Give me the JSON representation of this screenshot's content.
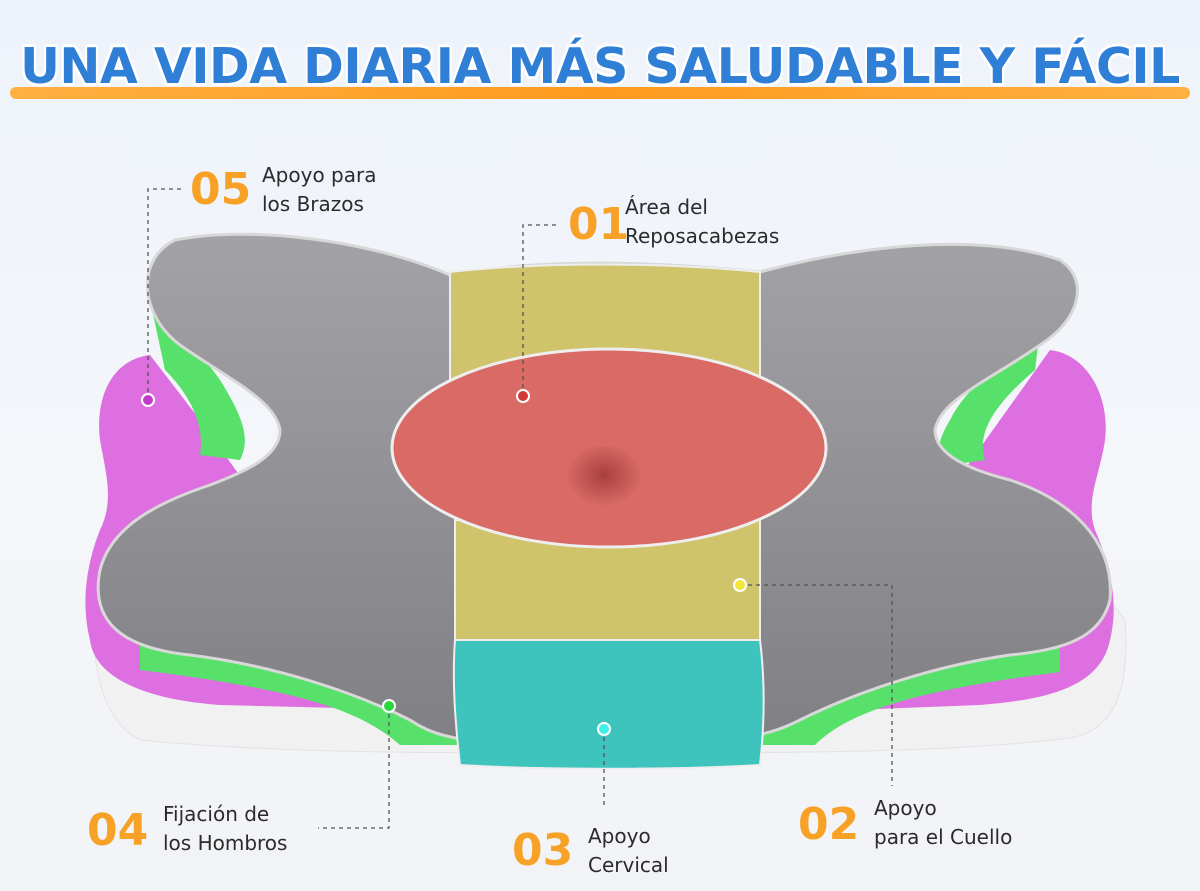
{
  "title": "UNA VIDA DIARIA MÁS SALUDABLE Y FÁCIL",
  "colors": {
    "title_blue": "#2f7fd6",
    "accent_orange": "#f7a127",
    "headrest_red": "#d96a66",
    "neck_yellow": "#cfc46b",
    "cervical_teal": "#3ec3bd",
    "shoulder_green": "#57e06a",
    "arm_magenta": "#dd6fe0",
    "pillow_gray": "#8f8f93",
    "base_white": "#f2f2f2"
  },
  "zones": [
    {
      "number": "01",
      "line1": "Área del",
      "line2": "Reposacabezas"
    },
    {
      "number": "02",
      "line1": "Apoyo",
      "line2": "para el Cuello"
    },
    {
      "number": "03",
      "line1": "Apoyo",
      "line2": "Cervical"
    },
    {
      "number": "04",
      "line1": "Fijación de",
      "line2": "los Hombros"
    },
    {
      "number": "05",
      "line1": "Apoyo para",
      "line2": "los Brazos"
    }
  ]
}
